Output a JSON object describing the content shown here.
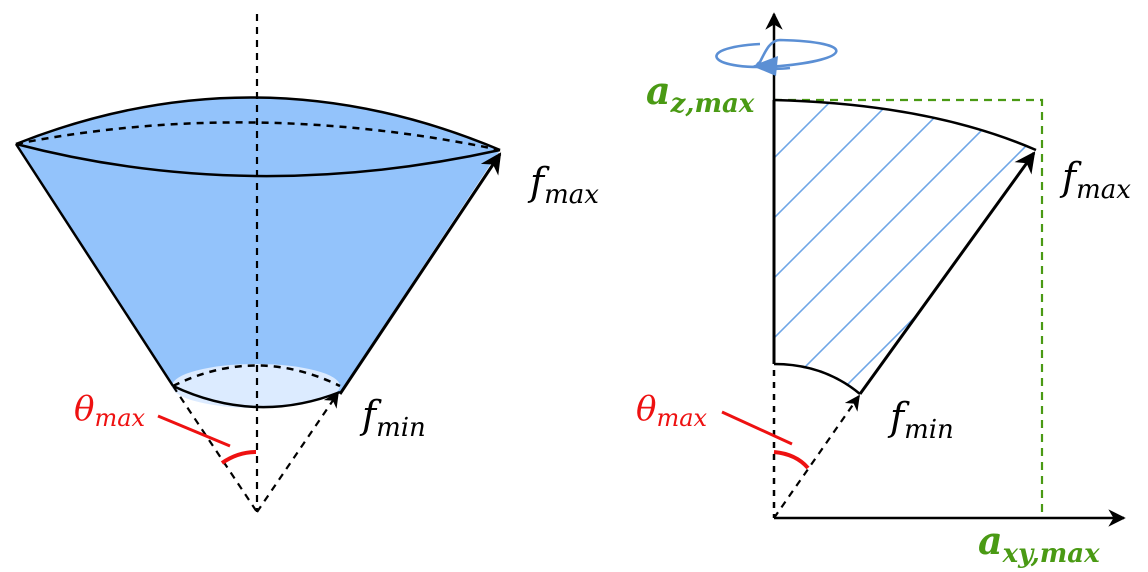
{
  "colors": {
    "cone_fill": "#93c3fb",
    "bottom_cap_fill": "#dcebff",
    "hatch": "#6fa6e6",
    "rotation_arrow": "#5b8fd4",
    "angle": "#ee1111",
    "limit": "#4a9a14",
    "line": "#000000"
  },
  "left_diagram": {
    "labels": {
      "f_max": {
        "base": "f",
        "sub": "max"
      },
      "f_min": {
        "base": "f",
        "sub": "min"
      },
      "theta_max": {
        "base": "θ",
        "sub": "max"
      }
    }
  },
  "right_diagram": {
    "labels": {
      "f_max": {
        "base": "f",
        "sub": "max"
      },
      "f_min": {
        "base": "f",
        "sub": "min"
      },
      "theta_max": {
        "base": "θ",
        "sub": "max"
      },
      "a_z_max": {
        "base": "a",
        "sub": "z,max"
      },
      "a_xy_max": {
        "base": "a",
        "sub": "xy,max"
      }
    }
  }
}
